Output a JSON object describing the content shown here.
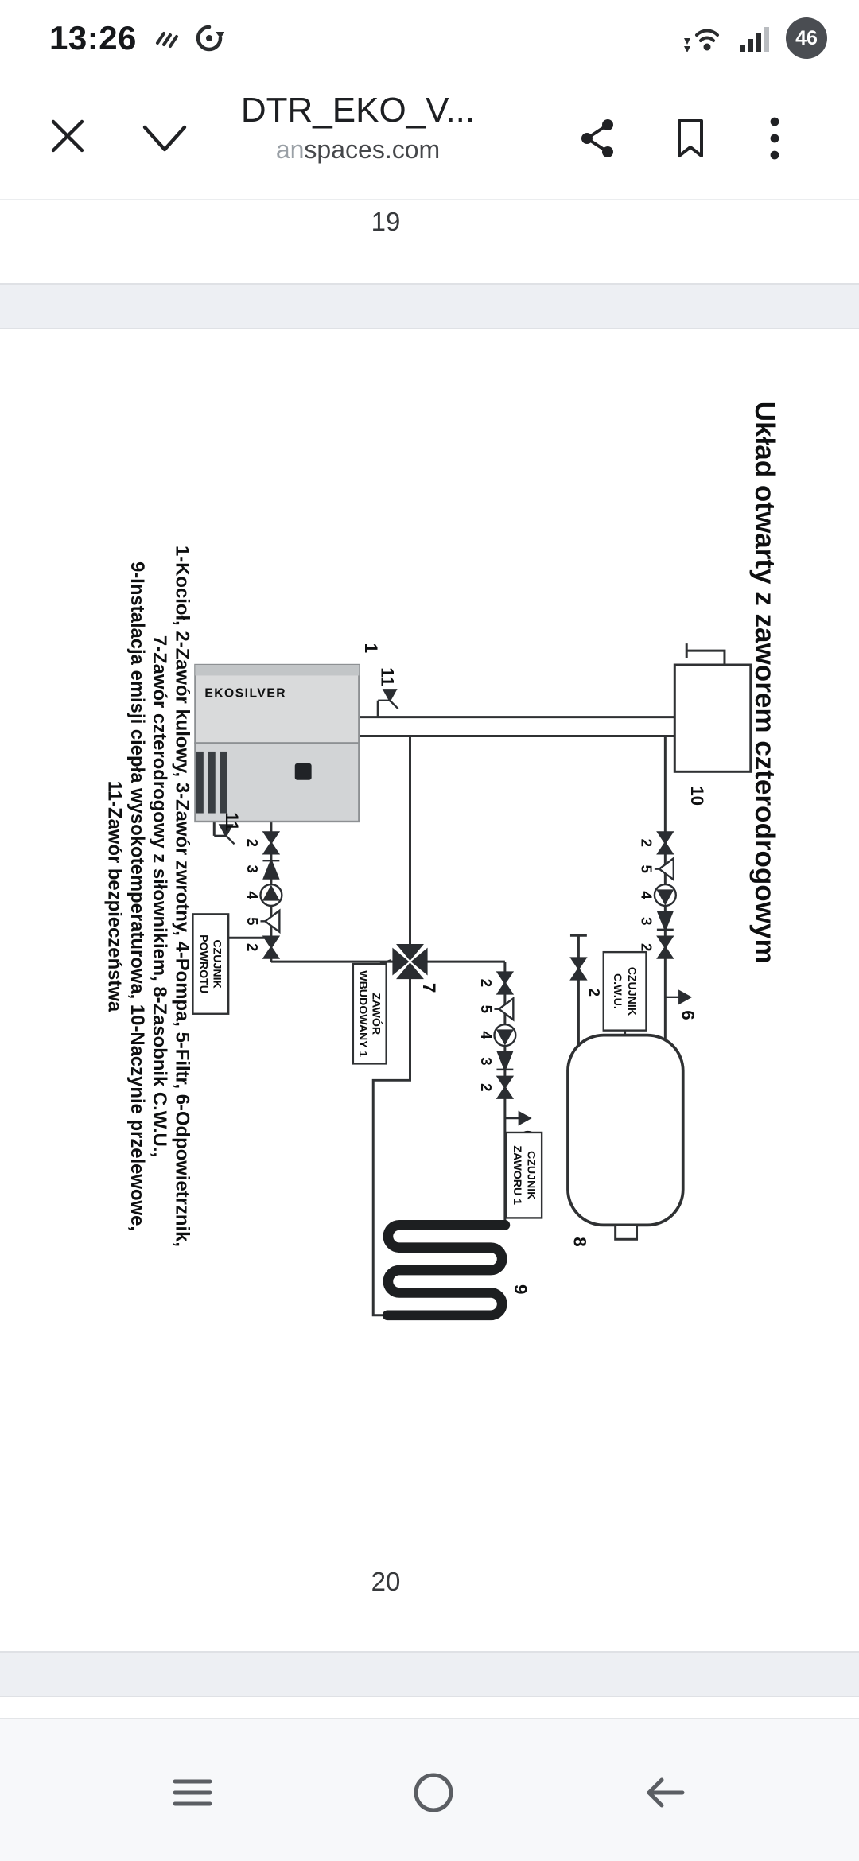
{
  "status_bar": {
    "time": "13:26",
    "battery_level": "46"
  },
  "header": {
    "title": "DTR_EKO_V...",
    "url_prefix": "an",
    "url_domain": "spaces.com"
  },
  "document": {
    "page19_number": "19",
    "page20_number": "20"
  },
  "diagram": {
    "title": "Układ otwarty z zaworem czterodrogowym",
    "boiler_logo": "EKOSILVER",
    "legend": [
      "1-Kocioł, 2-Zawór kulowy, 3-Zawór zwrotny, 4-Pompa, 5-Filtr, 6-Odpowietrznik,",
      "7-Zawór czterodrogowy z siłownikiem, 8-Zasobnik C.W.U.,",
      "9-Instalacja emisji ciepła wysokotemperaturowa, 10-Naczynie przelewowe,",
      "11-Zawór bezpieczeństwa"
    ],
    "labels": {
      "boiler": "1",
      "valve4way": "7",
      "tank": "8",
      "radiator": "9",
      "vessel": "10",
      "safety": "11",
      "vent": "6",
      "cold_valve": "2"
    },
    "groups": {
      "boiler_return": [
        "2",
        "3",
        "4",
        "5",
        "2"
      ],
      "radiator_supply": [
        "2",
        "5",
        "4",
        "3",
        "2"
      ],
      "dhw_supply": [
        "2",
        "5",
        "4",
        "3",
        "2"
      ]
    },
    "boxes": {
      "return_sensor": [
        "CZUJNIK",
        "POWROTU"
      ],
      "built_in_valve": [
        "ZAWÓR",
        "WBUDOWANY 1"
      ],
      "dhw_sensor": [
        "CZUJNIK",
        "C.W.U."
      ],
      "valve_sensor": [
        "CZUJNIK",
        "ZAWORU 1"
      ]
    }
  }
}
